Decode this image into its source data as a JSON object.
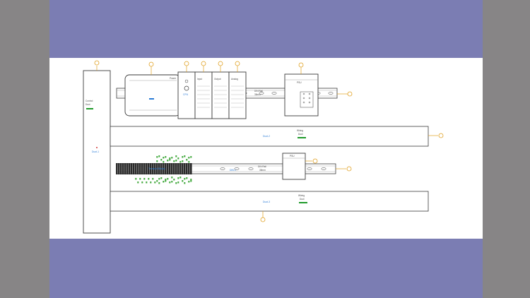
{
  "colors": {
    "outer_background": "#878586",
    "band": "#7b7db3",
    "panel": "#ffffff",
    "line": "#3a3a3a",
    "callout": "#e0a020",
    "blue_text": "#2a7bd6",
    "green_text": "#1f9a2a",
    "terminal_green": "#3fa83a",
    "red_marker": "#d33a3a"
  },
  "diagram": {
    "vertical_duct": {
      "top_label_line1": "Control",
      "top_label_line2": "Duct",
      "mid_label": "Duct-1"
    },
    "rail_top": {
      "label_line1": "DIN Rail",
      "label_line2": "35mm"
    },
    "duct_upper": {
      "tag": "Duct-2",
      "label_line1": "Wiring",
      "label_line2": "Duct"
    },
    "rail_middle": {
      "tag": "DIN-1",
      "label_line1": "DIN Rail",
      "label_line2": "35mm"
    },
    "duct_lower": {
      "tag": "Duct-3",
      "label_line1": "Wiring",
      "label_line2": "Duct"
    },
    "psu_top": {
      "label": "PSU"
    },
    "psu_middle": {
      "label": "PSU"
    },
    "plc_modules": [
      {
        "label": "Power"
      },
      {
        "label": "CPU"
      },
      {
        "label": "Input"
      },
      {
        "label": "Output"
      },
      {
        "label": "Analog"
      }
    ],
    "terminal_block": {
      "label": "Terminal Blocks"
    }
  }
}
